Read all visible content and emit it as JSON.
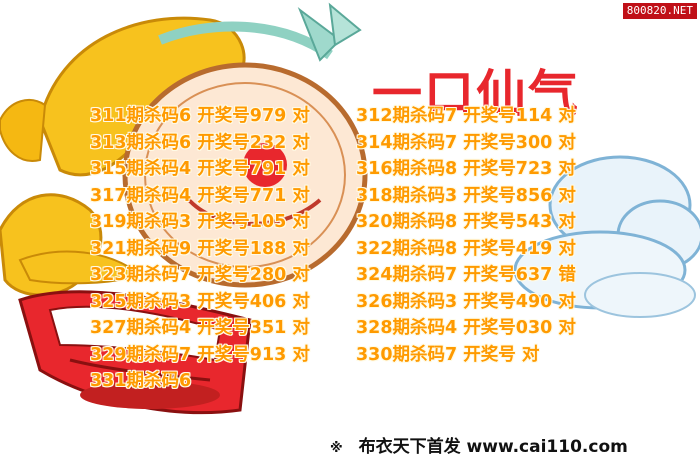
{
  "watermark": "800820.NET",
  "banner": "一口仙气",
  "records": [
    [
      "311期杀码6 开奖号979 对",
      "312期杀码7 开奖号114 对"
    ],
    [
      "313期杀码6 开奖号232 对",
      "314期杀码7 开奖号300 对"
    ],
    [
      "315期杀码4 开奖号791 对",
      "316期杀码8 开奖号723 对"
    ],
    [
      "317期杀码4 开奖号771 对",
      "318期杀码3 开奖号856 对"
    ],
    [
      "319期杀码3 开奖号105 对",
      "320期杀码8 开奖号543 对"
    ],
    [
      "321期杀码9 开奖号188 对",
      "322期杀码8 开奖号419 对"
    ],
    [
      "323期杀码7 开奖号280 对",
      "324期杀码7 开奖号637 错"
    ],
    [
      "325期杀码3 开奖号406 对",
      "326期杀码3 开奖号490 对"
    ],
    [
      "327期杀码4 开奖号351 对",
      "328期杀码4 开奖号030 对"
    ],
    [
      "329期杀码7 开奖号913 对",
      "330期杀码7 开奖号   对"
    ],
    [
      "331期杀码6",
      ""
    ]
  ],
  "footer": {
    "mark": "※",
    "text": "布衣天下首发 www.cai110.com"
  },
  "colors": {
    "record_text": "#ff9a00",
    "banner_red": "#e8272d",
    "watermark_bg": "#c01018"
  },
  "icons": [
    "cartoon-character-illustration",
    "cloud-illustration"
  ]
}
